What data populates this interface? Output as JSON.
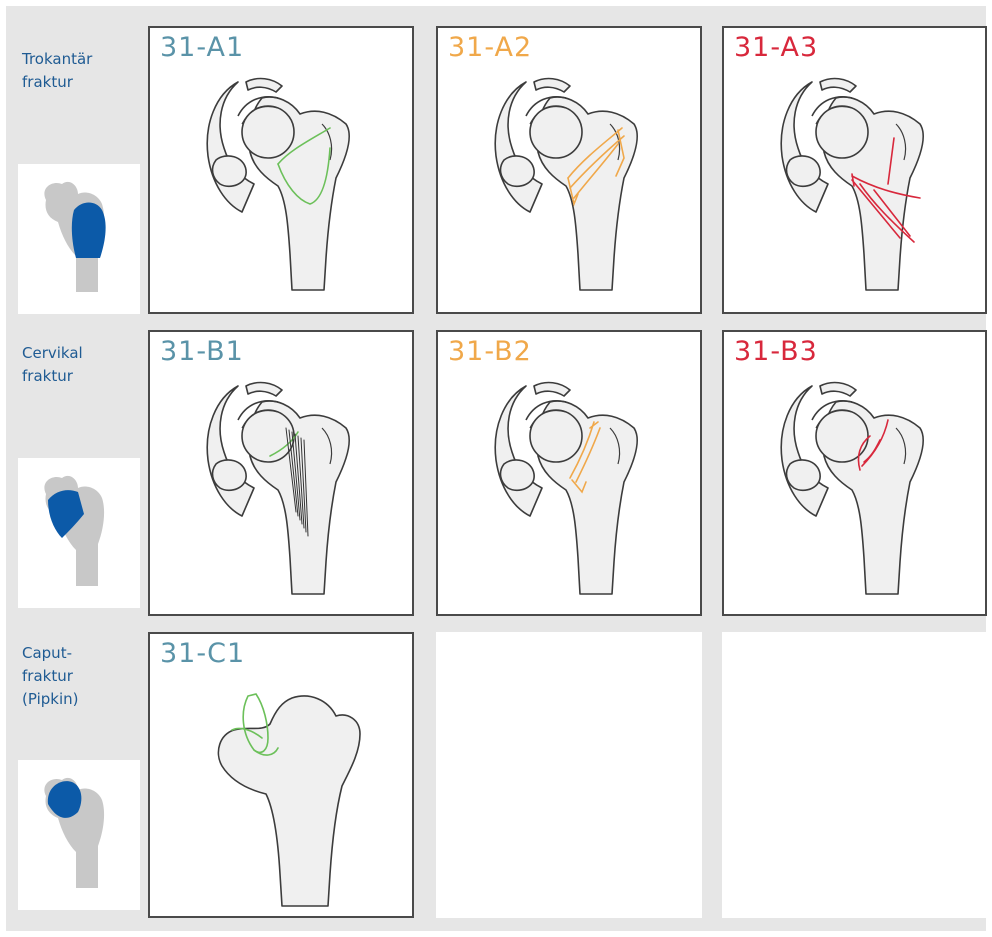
{
  "colors": {
    "background": "#e6e6e6",
    "label": "#1f5b93",
    "bone_fill": "#f0f0f0",
    "bone_outline": "#3c3c3c",
    "thumb_gray": "#c8c8c8",
    "highlight": "#0c5aa8",
    "group1": "#5a93a8",
    "group2": "#f0a84a",
    "group3": "#d8283c",
    "line_group1": "#6cc05a"
  },
  "rows": [
    {
      "label_lines": [
        "Trokantär",
        "fraktur"
      ],
      "thumb_icon": "femur-trochanter-icon",
      "panels": [
        {
          "code": "31-A1",
          "group": "group1",
          "line_color": "#6cc05a",
          "fracture": "trochanter-simple"
        },
        {
          "code": "31-A2",
          "group": "group2",
          "line_color": "#f0a84a",
          "fracture": "trochanter-multi"
        },
        {
          "code": "31-A3",
          "group": "group3",
          "line_color": "#d8283c",
          "fracture": "trochanter-intertrochanteric"
        }
      ]
    },
    {
      "label_lines": [
        "Cervikal",
        "fraktur"
      ],
      "thumb_icon": "femur-neck-icon",
      "panels": [
        {
          "code": "31-B1",
          "group": "group1",
          "line_color": "#6cc05a",
          "fracture": "neck-subcapital"
        },
        {
          "code": "31-B2",
          "group": "group2",
          "line_color": "#f0a84a",
          "fracture": "neck-transcervical"
        },
        {
          "code": "31-B3",
          "group": "group3",
          "line_color": "#d8283c",
          "fracture": "neck-displaced"
        }
      ]
    },
    {
      "label_lines": [
        "Caput-",
        "fraktur",
        "(Pipkin)"
      ],
      "thumb_icon": "femur-head-icon",
      "panels": [
        {
          "code": "31-C1",
          "group": "group1",
          "line_color": "#6cc05a",
          "fracture": "head-split"
        },
        {
          "code": "",
          "empty": true
        },
        {
          "code": "",
          "empty": true
        }
      ]
    }
  ]
}
